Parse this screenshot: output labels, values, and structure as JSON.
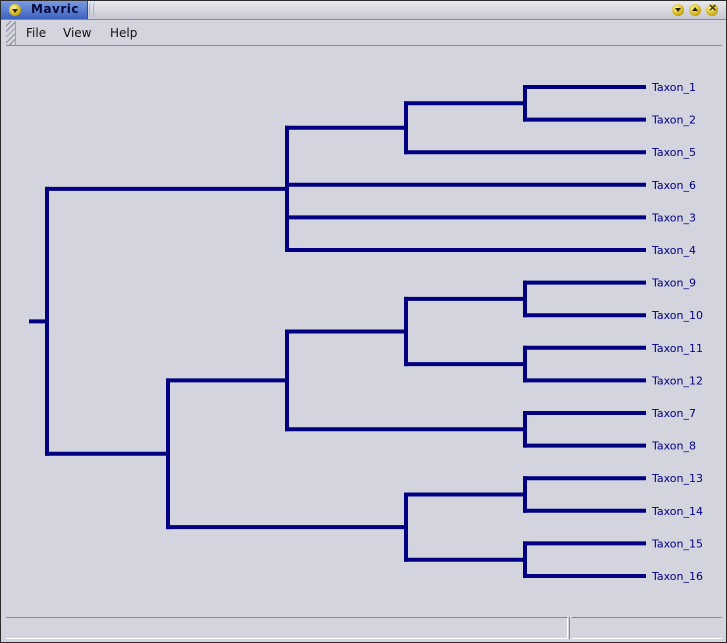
{
  "window": {
    "title": "Mavric",
    "controls": [
      "minimize",
      "maximize",
      "close"
    ]
  },
  "menubar": {
    "items": [
      {
        "label": "File"
      },
      {
        "label": "View"
      },
      {
        "label": "Help"
      }
    ]
  },
  "tree": {
    "branch_color": "#000080",
    "label_color": "#000080",
    "leaves": [
      "Taxon_1",
      "Taxon_2",
      "Taxon_5",
      "Taxon_6",
      "Taxon_3",
      "Taxon_4",
      "Taxon_9",
      "Taxon_10",
      "Taxon_11",
      "Taxon_12",
      "Taxon_7",
      "Taxon_8",
      "Taxon_13",
      "Taxon_14",
      "Taxon_15",
      "Taxon_16"
    ],
    "newick": "((((Taxon_1,Taxon_2),Taxon_5),Taxon_6,Taxon_3,Taxon_4),((((Taxon_9,Taxon_10),(Taxon_11,Taxon_12)),(Taxon_7,Taxon_8)),((Taxon_13,Taxon_14),(Taxon_15,Taxon_16))));",
    "root": {
      "children": [
        {
          "children": [
            {
              "children": [
                {
                  "children": [
                    {
                      "leaf": "Taxon_1"
                    },
                    {
                      "leaf": "Taxon_2"
                    }
                  ]
                },
                {
                  "leaf": "Taxon_5"
                }
              ]
            },
            {
              "leaf": "Taxon_6"
            },
            {
              "leaf": "Taxon_3"
            },
            {
              "leaf": "Taxon_4"
            }
          ]
        },
        {
          "children": [
            {
              "children": [
                {
                  "children": [
                    {
                      "children": [
                        {
                          "leaf": "Taxon_9"
                        },
                        {
                          "leaf": "Taxon_10"
                        }
                      ]
                    },
                    {
                      "children": [
                        {
                          "leaf": "Taxon_11"
                        },
                        {
                          "leaf": "Taxon_12"
                        }
                      ]
                    }
                  ]
                },
                {
                  "children": [
                    {
                      "leaf": "Taxon_7"
                    },
                    {
                      "leaf": "Taxon_8"
                    }
                  ]
                }
              ]
            },
            {
              "children": [
                {
                  "children": [
                    {
                      "leaf": "Taxon_13"
                    },
                    {
                      "leaf": "Taxon_14"
                    }
                  ]
                },
                {
                  "children": [
                    {
                      "leaf": "Taxon_15"
                    },
                    {
                      "leaf": "Taxon_16"
                    }
                  ]
                }
              ]
            }
          ]
        }
      ]
    }
  },
  "statusbar": {
    "left_text": "",
    "right_text": ""
  }
}
